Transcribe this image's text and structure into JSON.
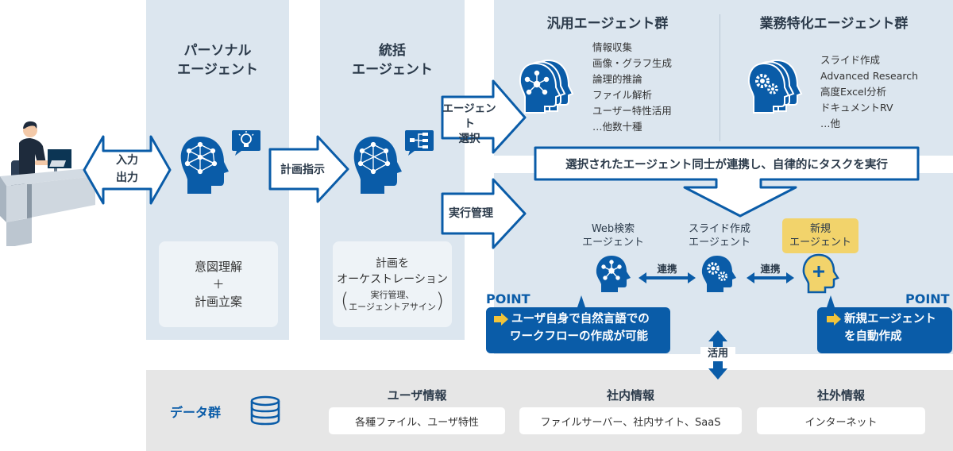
{
  "personal": {
    "title_line1": "パーソナル",
    "title_line2": "エージェント",
    "card_line1": "意図理解",
    "card_line2": "＋",
    "card_line3": "計画立案"
  },
  "orchestrator": {
    "title_line1": "統括",
    "title_line2": "エージェント",
    "card_line1": "計画を",
    "card_line2": "オーケストレーション",
    "card_sub1": "実行管理、",
    "card_sub2": "エージェントアサイン"
  },
  "arrows": {
    "io_line1": "入力",
    "io_line2": "出力",
    "plan": "計画指示",
    "select_line1": "エージェント",
    "select_line2": "選択",
    "exec": "実行管理",
    "collab1": "連携",
    "collab2": "連携",
    "use": "活用"
  },
  "general": {
    "title": "汎用エージェント群",
    "items": [
      "情報収集",
      "画像・グラフ生成",
      "論理的推論",
      "ファイル解析",
      "ユーザー特性活用",
      "…他数十種"
    ]
  },
  "specialized": {
    "title": "業務特化エージェント群",
    "items": [
      "スライド作成",
      "Advanced Research",
      "高度Excel分析",
      "ドキュメントRV",
      "…他"
    ]
  },
  "banner": "選択されたエージェント同士が連携し、自律的にタスクを実行",
  "exec_agents": {
    "web": {
      "line1": "Web検索",
      "line2": "エージェント"
    },
    "slide": {
      "line1": "スライド作成",
      "line2": "エージェント"
    },
    "new": {
      "line1": "新規",
      "line2": "エージェント"
    }
  },
  "points": {
    "left": {
      "label": "POINT",
      "line1": "ユーザ自身で自然言語での",
      "line2": "ワークフローの作成が可能"
    },
    "right": {
      "label": "POINT",
      "line1": "新規エージェント",
      "line2": "を自動作成"
    }
  },
  "data": {
    "title": "データ群",
    "groups": [
      {
        "title": "ユーザ情報",
        "item": "各種ファイル、ユーザ特性"
      },
      {
        "title": "社内情報",
        "item": "ファイルサーバー、社内サイト、SaaS"
      },
      {
        "title": "社外情報",
        "item": "インターネット"
      }
    ]
  },
  "colors": {
    "panel": "#dce6ef",
    "card": "#eef3f7",
    "primary": "#0a5ca8",
    "accent_yellow": "#f2d36b",
    "arrow_fill": "#ffffff",
    "data_bg": "#e6e6e6"
  },
  "icons": [
    "user-at-desk-icon",
    "brain-network-icon",
    "lightbulb-icon",
    "hierarchy-icon",
    "gear-head-icon",
    "plus-head-icon",
    "database-icon",
    "arrow-right-icon"
  ]
}
